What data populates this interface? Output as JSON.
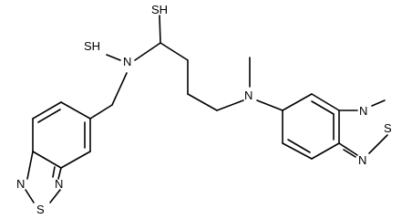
{
  "structure": {
    "atoms": {
      "sh_top": "SH",
      "sh_left": "SH",
      "n_left": "N",
      "n_right": "N",
      "ring_left_n_a": "N",
      "ring_left_s": "S",
      "ring_left_n_b": "N",
      "ring_right_n_a": "N",
      "ring_right_s": "S",
      "ring_right_n_b": "N"
    },
    "colors": {
      "bond": "#000000",
      "text": "#000000",
      "background": "#ffffff"
    }
  }
}
